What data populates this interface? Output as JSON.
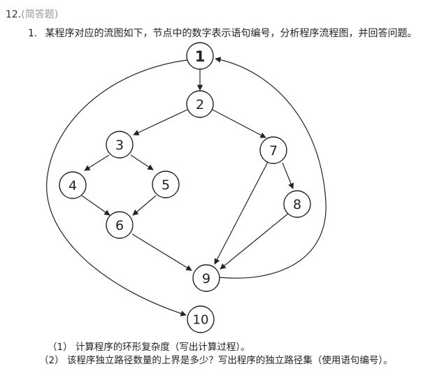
{
  "question": {
    "number": "12.",
    "type": "(简答题)",
    "item_number": "1.",
    "text": "某程序对应的流图如下，节点中的数字表示语句编号，分析程序流程图，并回答问题。"
  },
  "diagram": {
    "nodes": [
      "1",
      "2",
      "3",
      "4",
      "5",
      "6",
      "7",
      "8",
      "9",
      "10"
    ]
  },
  "subquestions": [
    "（1） 计算程序的环形复杂度（写出计算过程）。",
    "（2） 该程序独立路径数量的上界是多少？写出程序的独立路径集（使用语句编号）。"
  ]
}
